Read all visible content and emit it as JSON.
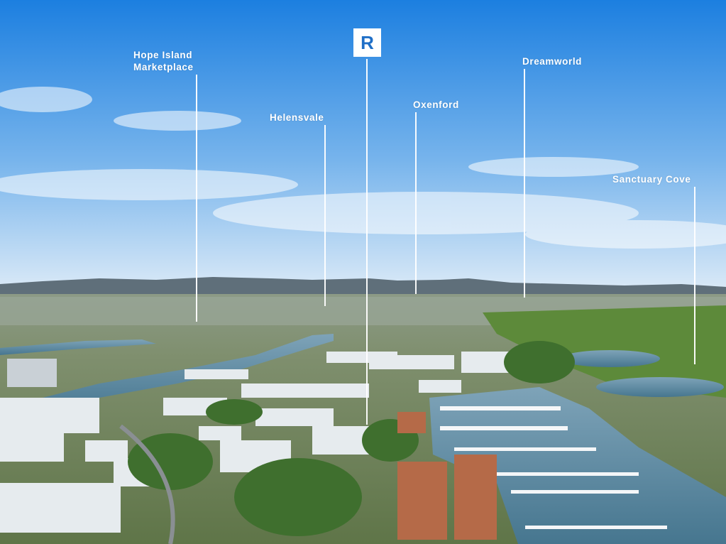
{
  "brand": {
    "logo_letter": "R",
    "logo_color": "#1f6fc7"
  },
  "landmarks": [
    {
      "id": "hope-island",
      "line1": "Hope Island",
      "line2": "Marketplace"
    },
    {
      "id": "helensvale",
      "line1": "Helensvale"
    },
    {
      "id": "oxenford",
      "line1": "Oxenford"
    },
    {
      "id": "dreamworld",
      "line1": "Dreamworld"
    },
    {
      "id": "sanctuary-cove",
      "line1": "Sanctuary Cove"
    }
  ],
  "colors": {
    "sky_top": "#1c7fe0",
    "sky_bottom": "#dbeaf7",
    "water": "#4f7f9a",
    "vegetation": "#3f6f2e",
    "buildings": "#e9eef2"
  }
}
